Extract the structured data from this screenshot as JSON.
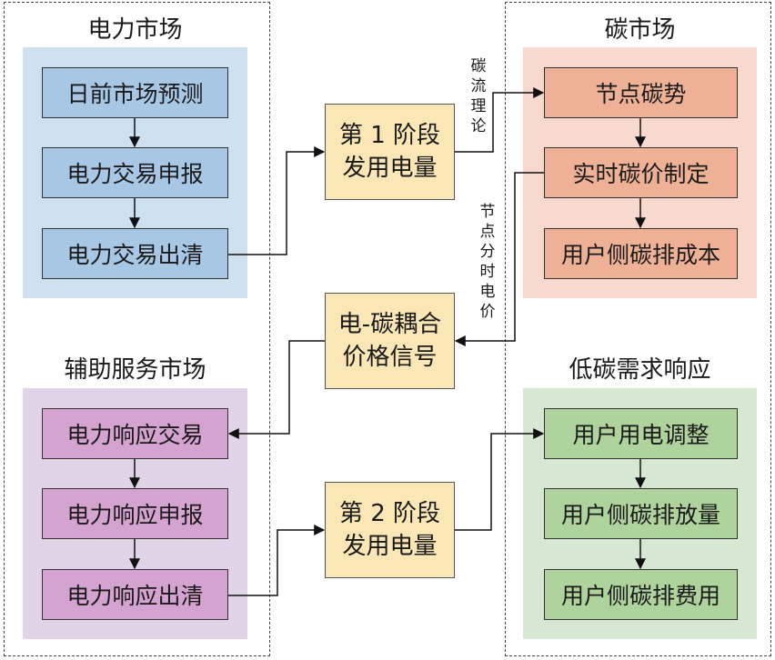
{
  "colors": {
    "blue_panel": "#cfe0ef",
    "blue_box": "#a7c7e5",
    "purple_panel": "#e2d4e8",
    "purple_box": "#d4a3cf",
    "orange_panel": "#f7d9cd",
    "orange_box": "#efb196",
    "green_panel": "#d7e8d2",
    "green_box": "#aed39c",
    "yellow_box": "#fbe6b6"
  },
  "electricity_market": {
    "title": "电力市场",
    "steps": [
      "日前市场预测",
      "电力交易申报",
      "电力交易出清"
    ]
  },
  "ancillary_market": {
    "title": "辅助服务市场",
    "steps": [
      "电力响应交易",
      "电力响应申报",
      "电力响应出清"
    ]
  },
  "carbon_market": {
    "title": "碳市场",
    "steps": [
      "节点碳势",
      "实时碳价制定",
      "用户侧碳排成本"
    ]
  },
  "low_carbon_response": {
    "title": "低碳需求响应",
    "steps": [
      "用户用电调整",
      "用户侧碳排放量",
      "用户侧碳排费用"
    ]
  },
  "middle": {
    "stage1": [
      "第 1 阶段",
      "发用电量"
    ],
    "signal": [
      "电-碳耦合",
      "价格信号"
    ],
    "stage2": [
      "第 2 阶段",
      "发用电量"
    ]
  },
  "labels": {
    "carbon_flow": "碳流理论",
    "node_tou_price": "节点分时电价"
  }
}
